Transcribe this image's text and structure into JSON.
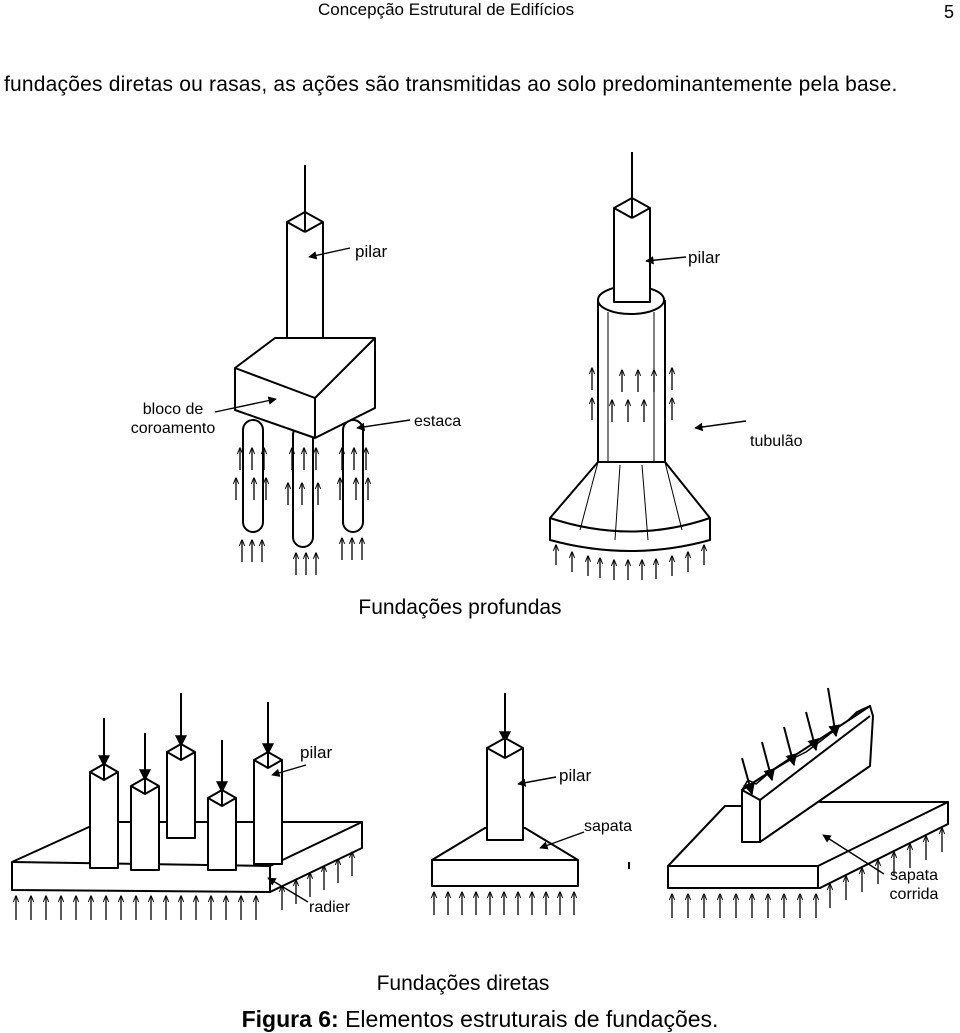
{
  "header": {
    "title": "Concepção Estrutural de Edifícios",
    "page_number": "5"
  },
  "body": {
    "text": "fundações diretas ou rasas, as ações são transmitidas ao solo predominantemente pela base."
  },
  "figure": {
    "deep": {
      "heading": "Fundações profundas",
      "labels": {
        "pilar_left": "pilar",
        "pilar_right": "pilar",
        "bloco_line1": "bloco de",
        "bloco_line2": "coroamento",
        "estaca": "estaca",
        "tubulao": "tubulão"
      }
    },
    "shallow": {
      "heading": "Fundações diretas",
      "labels": {
        "pilar_radier": "pilar",
        "pilar_sapata": "pilar",
        "sapata": "sapata",
        "radier": "radier",
        "sapata_corrida_line1": "sapata",
        "sapata_corrida_line2": "corrida"
      }
    }
  },
  "caption": {
    "prefix": "Figura 6:",
    "text": " Elementos estruturais de fundações."
  }
}
